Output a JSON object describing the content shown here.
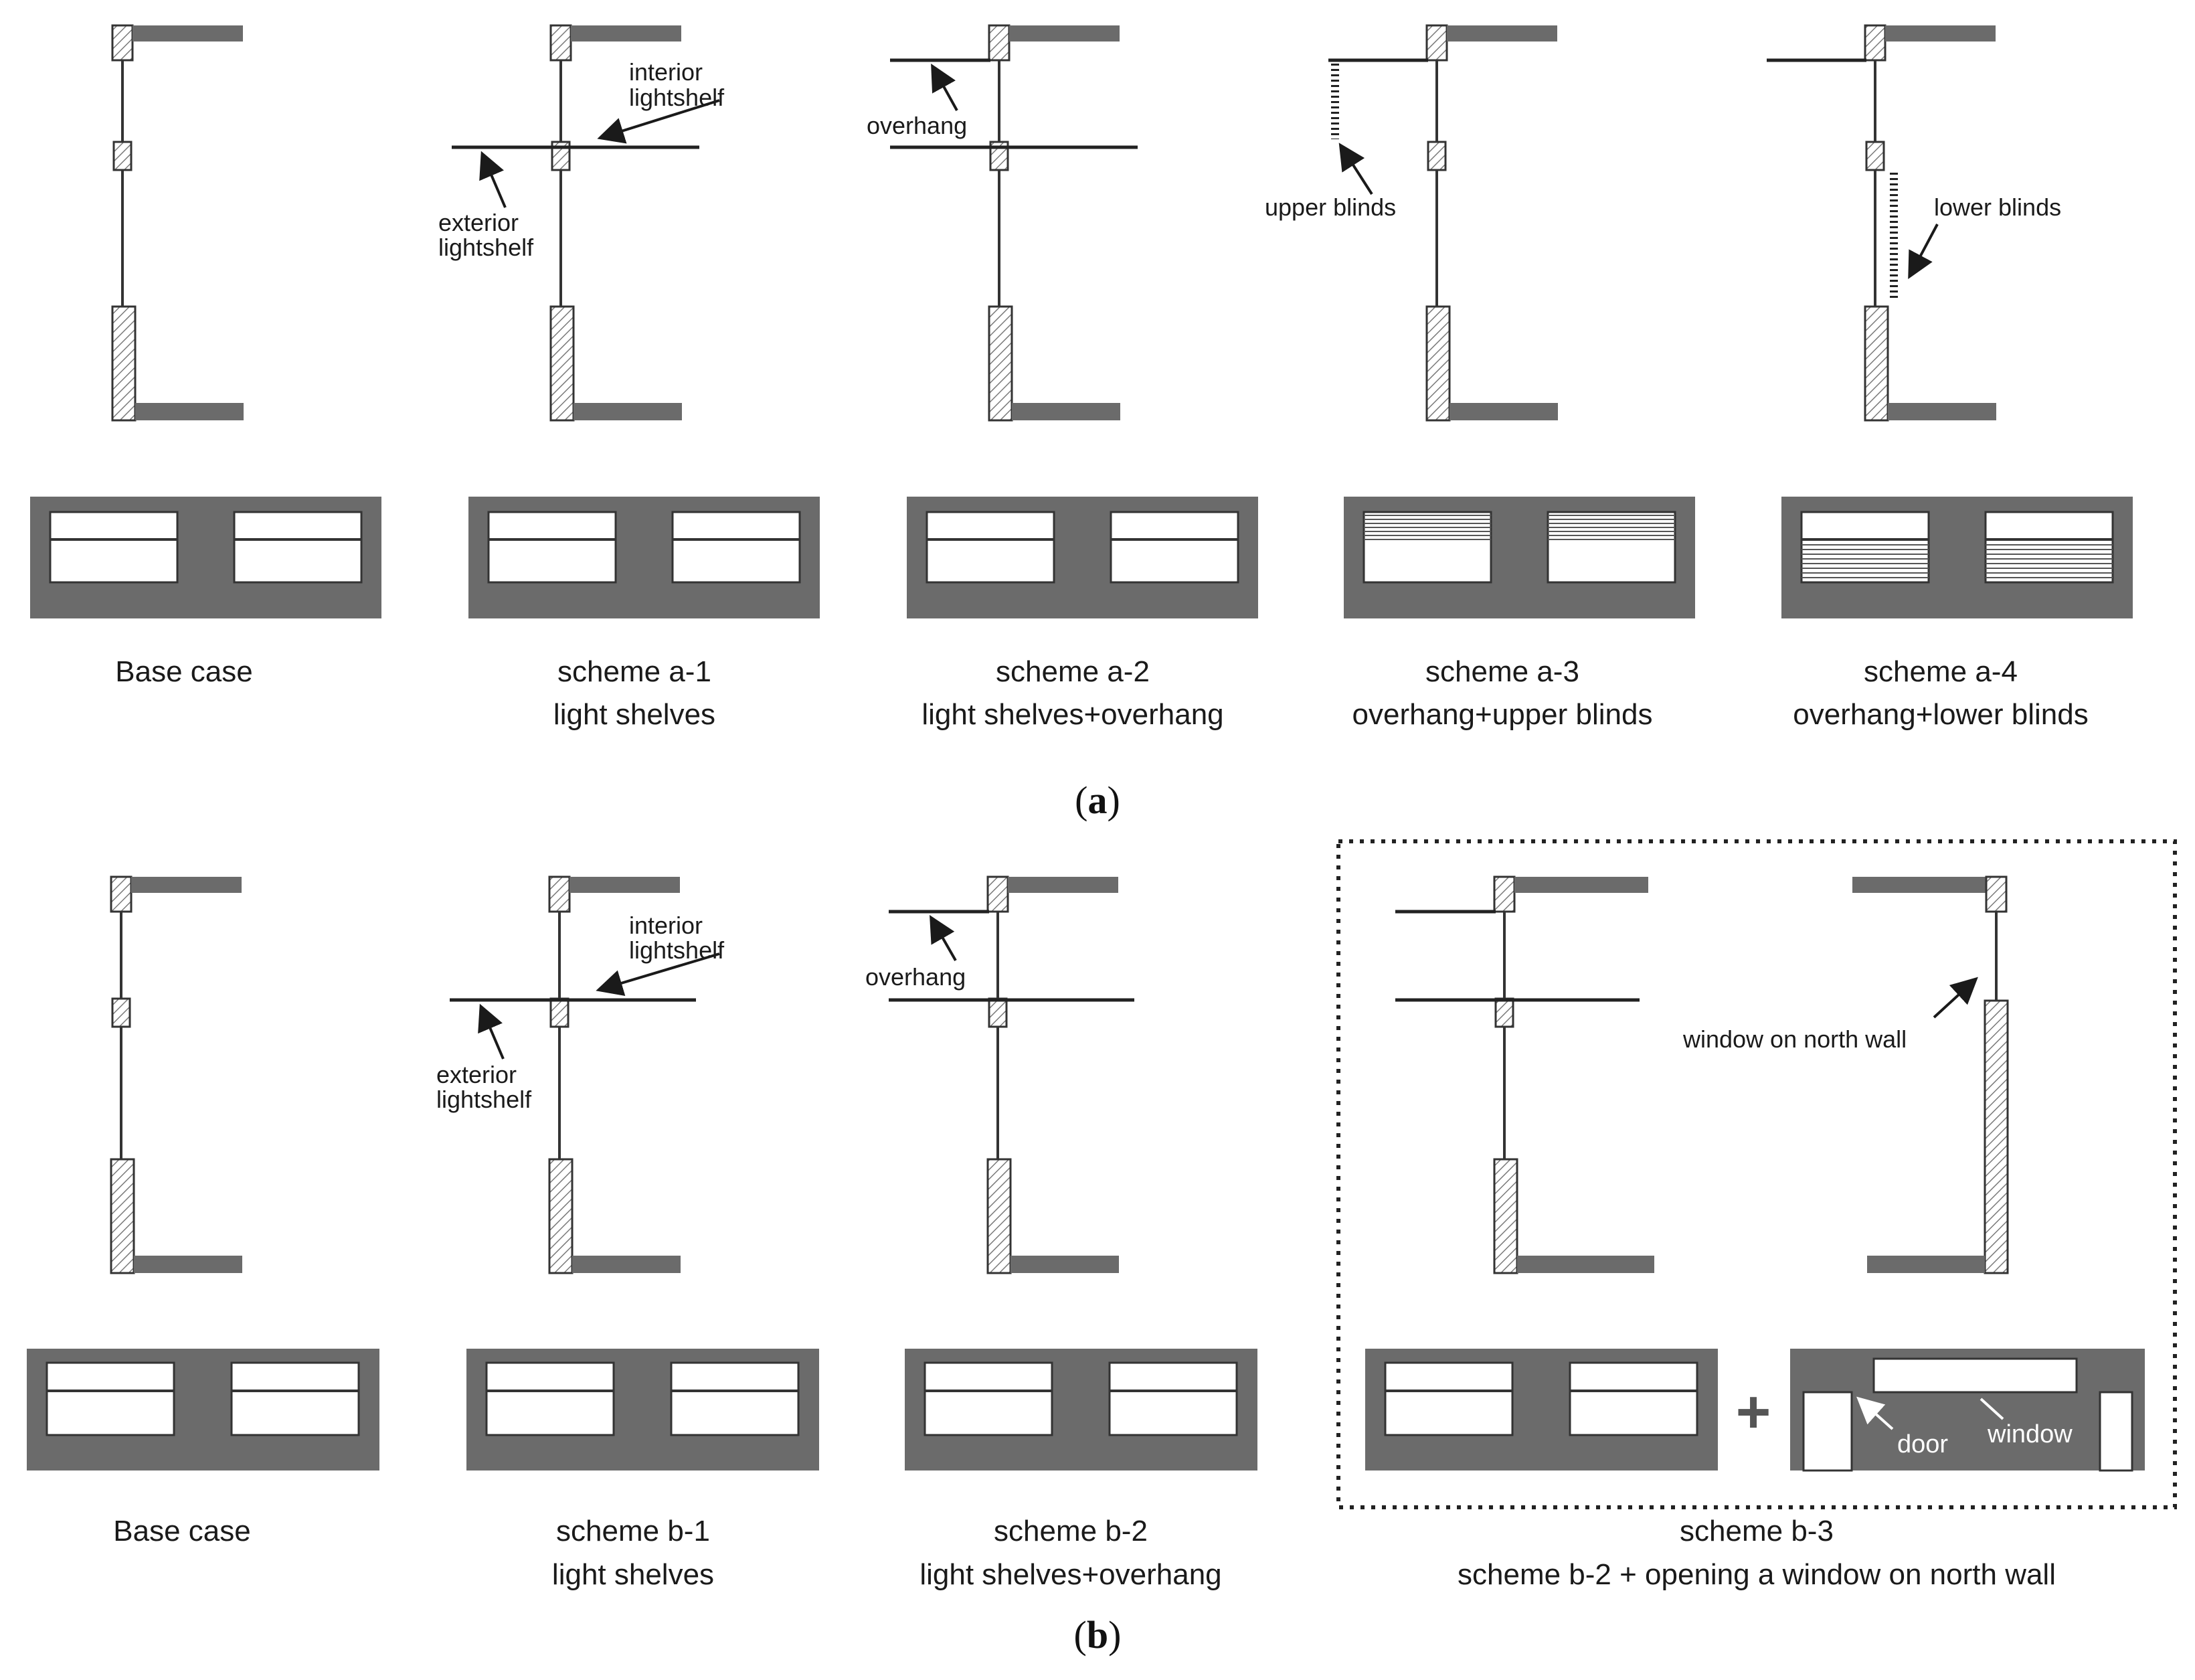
{
  "colors": {
    "wall": "#6b6b6b",
    "outline": "#333333",
    "paper": "#ffffff"
  },
  "part_a": {
    "label_open": "(",
    "label_letter": "a",
    "label_close": ")",
    "schemes": [
      {
        "caption1": "Base case",
        "caption2": ""
      },
      {
        "caption1": "scheme a-1",
        "caption2": "light shelves"
      },
      {
        "caption1": "scheme a-2",
        "caption2": "light shelves+overhang"
      },
      {
        "caption1": "scheme a-3",
        "caption2": "overhang+upper blinds"
      },
      {
        "caption1": "scheme a-4",
        "caption2": "overhang+lower blinds"
      }
    ],
    "annotations": {
      "interior_lightshelf": [
        "interior",
        "lightshelf"
      ],
      "exterior_lightshelf": [
        "exterior",
        "lightshelf"
      ],
      "overhang": "overhang",
      "upper_blinds": "upper blinds",
      "lower_blinds": "lower blinds"
    }
  },
  "part_b": {
    "label_open": "(",
    "label_letter": "b",
    "label_close": ")",
    "schemes": [
      {
        "caption1": "Base case",
        "caption2": ""
      },
      {
        "caption1": "scheme b-1",
        "caption2": "light shelves"
      },
      {
        "caption1": "scheme b-2",
        "caption2": "light shelves+overhang"
      },
      {
        "caption1": "scheme b-3",
        "caption2": "scheme b-2 + opening a  window on north wall"
      }
    ],
    "annotations": {
      "interior_lightshelf": [
        "interior",
        "lightshelf"
      ],
      "exterior_lightshelf": [
        "exterior",
        "lightshelf"
      ],
      "overhang": "overhang",
      "window_on_north_wall": "window on north wall",
      "door": "door",
      "window": "window",
      "plus": "+"
    }
  }
}
